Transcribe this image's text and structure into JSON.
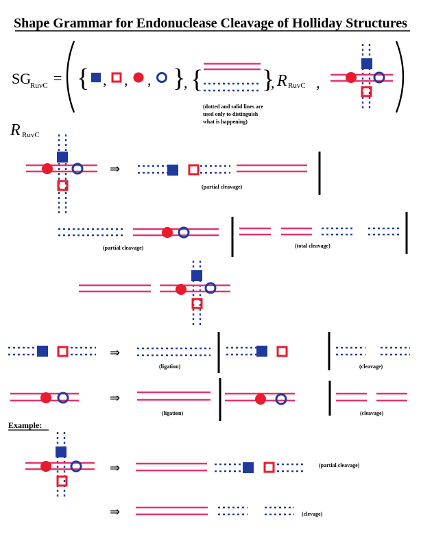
{
  "title": "Shape Grammar for Endonuclease Cleavage of Holliday Structures",
  "definition": {
    "sg_main": "SG",
    "sg_sub": "RuvC",
    "equals": "=",
    "rule_letter": "R",
    "rule_sub": "RuvC",
    "note_lines": [
      "(dotted and solid lines are",
      "used only to distinguish",
      "what is happening)"
    ]
  },
  "rules_heading": {
    "letter": "R",
    "sub": "RuvC"
  },
  "arrow": "⇒",
  "captions": {
    "partial_cleavage": "(partial cleavage)",
    "total_cleavage": "(total cleavage)",
    "ligation": "(ligation)",
    "cleavage": "(cleavage)",
    "clevage": "(clevage)"
  },
  "example_heading": "Example:",
  "colors": {
    "strand_pink": "#e8336f",
    "blue": "#1f3a9c",
    "red": "#ea1b2c",
    "ink": "#000000"
  },
  "icons": [
    "filled-blue-square-icon",
    "open-red-square-icon",
    "filled-red-circle-icon",
    "open-blue-circle-icon"
  ]
}
